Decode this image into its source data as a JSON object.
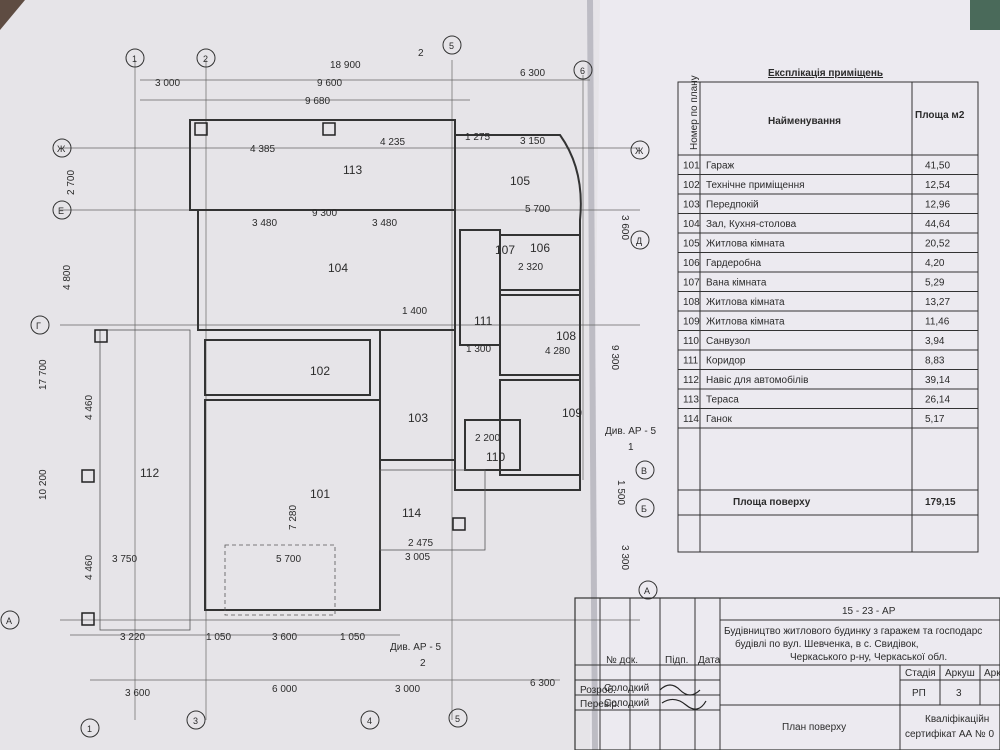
{
  "plan": {
    "top_dims_total": "18 900",
    "top_dims": [
      "3 000",
      "9 600",
      "6 300"
    ],
    "top_dims2": [
      "9 680"
    ],
    "bottom_dims": [
      "3 600",
      "6 000",
      "3 000",
      "6 300"
    ],
    "bottom_dims2": [
      "3 220",
      "1 050",
      "3 600",
      "1 050"
    ],
    "left_dims": [
      "2 700",
      "4 800",
      "17 700",
      "10 200",
      "4 460",
      "4 460"
    ],
    "right_dims": [
      "3 600",
      "9 300",
      "1 500",
      "3 300"
    ],
    "axes_top": [
      "1",
      "2",
      "5",
      "6"
    ],
    "axes_bottom": [
      "1",
      "3",
      "4",
      "5"
    ],
    "axes_left": [
      "Ж",
      "Е",
      "Г",
      "А"
    ],
    "axes_right": [
      "Ж",
      "Д",
      "В",
      "Б",
      "А"
    ],
    "section_top": "2",
    "section_bottom": "2",
    "section_label_bottom": "Див. АР - 5",
    "section_label_right": "Див. АР - 5",
    "section_right_num": "1",
    "rooms": [
      "101",
      "102",
      "103",
      "104",
      "105",
      "106",
      "107",
      "108",
      "109",
      "110",
      "111",
      "112",
      "113",
      "114"
    ],
    "inner_dims": [
      "4 385",
      "4 235",
      "1 275",
      "3 150",
      "3 480",
      "9 300",
      "3 480",
      "5 700",
      "1 400",
      "2 200",
      "7 280",
      "5 700",
      "1 300",
      "4 280",
      "2 475",
      "3 005",
      "3 750",
      "2 320"
    ]
  },
  "explication": {
    "title": "Експлікація приміщень",
    "col_num": "Номер по плану",
    "col_name": "Найменування",
    "col_area": "Площа м2",
    "rows": [
      {
        "num": "101",
        "name": "Гараж",
        "area": "41,50"
      },
      {
        "num": "102",
        "name": "Технічне приміщення",
        "area": "12,54"
      },
      {
        "num": "103",
        "name": "Передпокій",
        "area": "12,96"
      },
      {
        "num": "104",
        "name": "Зал, Кухня-столова",
        "area": "44,64"
      },
      {
        "num": "105",
        "name": "Житлова кімната",
        "area": "20,52"
      },
      {
        "num": "106",
        "name": "Гардеробна",
        "area": "4,20"
      },
      {
        "num": "107",
        "name": "Вана кімната",
        "area": "5,29"
      },
      {
        "num": "108",
        "name": "Житлова кімната",
        "area": "13,27"
      },
      {
        "num": "109",
        "name": "Житлова кімната",
        "area": "11,46"
      },
      {
        "num": "110",
        "name": "Санвузол",
        "area": "3,94"
      },
      {
        "num": "111",
        "name": "Коридор",
        "area": "8,83"
      },
      {
        "num": "112",
        "name": "Навіс для автомобілів",
        "area": "39,14"
      },
      {
        "num": "113",
        "name": "Тераса",
        "area": "26,14"
      },
      {
        "num": "114",
        "name": "Ганок",
        "area": "5,17"
      }
    ],
    "total_label": "Площа поверху",
    "total_value": "179,15"
  },
  "stamp": {
    "code": "15 - 23 - АР",
    "desc1": "Будівництво житлового будинку з гаражем та господарс",
    "desc2": "будівлі по вул. Шевченка,         в с. Свидівок,",
    "desc3": "Черкаського р-ну, Черкаської обл.",
    "col_stage": "Стадія",
    "col_sheet": "Аркуш",
    "col_sheets": "Арк",
    "stage": "РП",
    "sheet": "3",
    "hdr_num": "№ док.",
    "hdr_sign": "Підп.",
    "hdr_date": "Дата",
    "name1": "Солодкий",
    "name2": "Солодкий",
    "role1": "Розроб.",
    "role2": "Перевір.",
    "sheet_title": "План поверху",
    "org1": "Кваліфікаційн",
    "org2": "сертифікат АА № 0"
  }
}
